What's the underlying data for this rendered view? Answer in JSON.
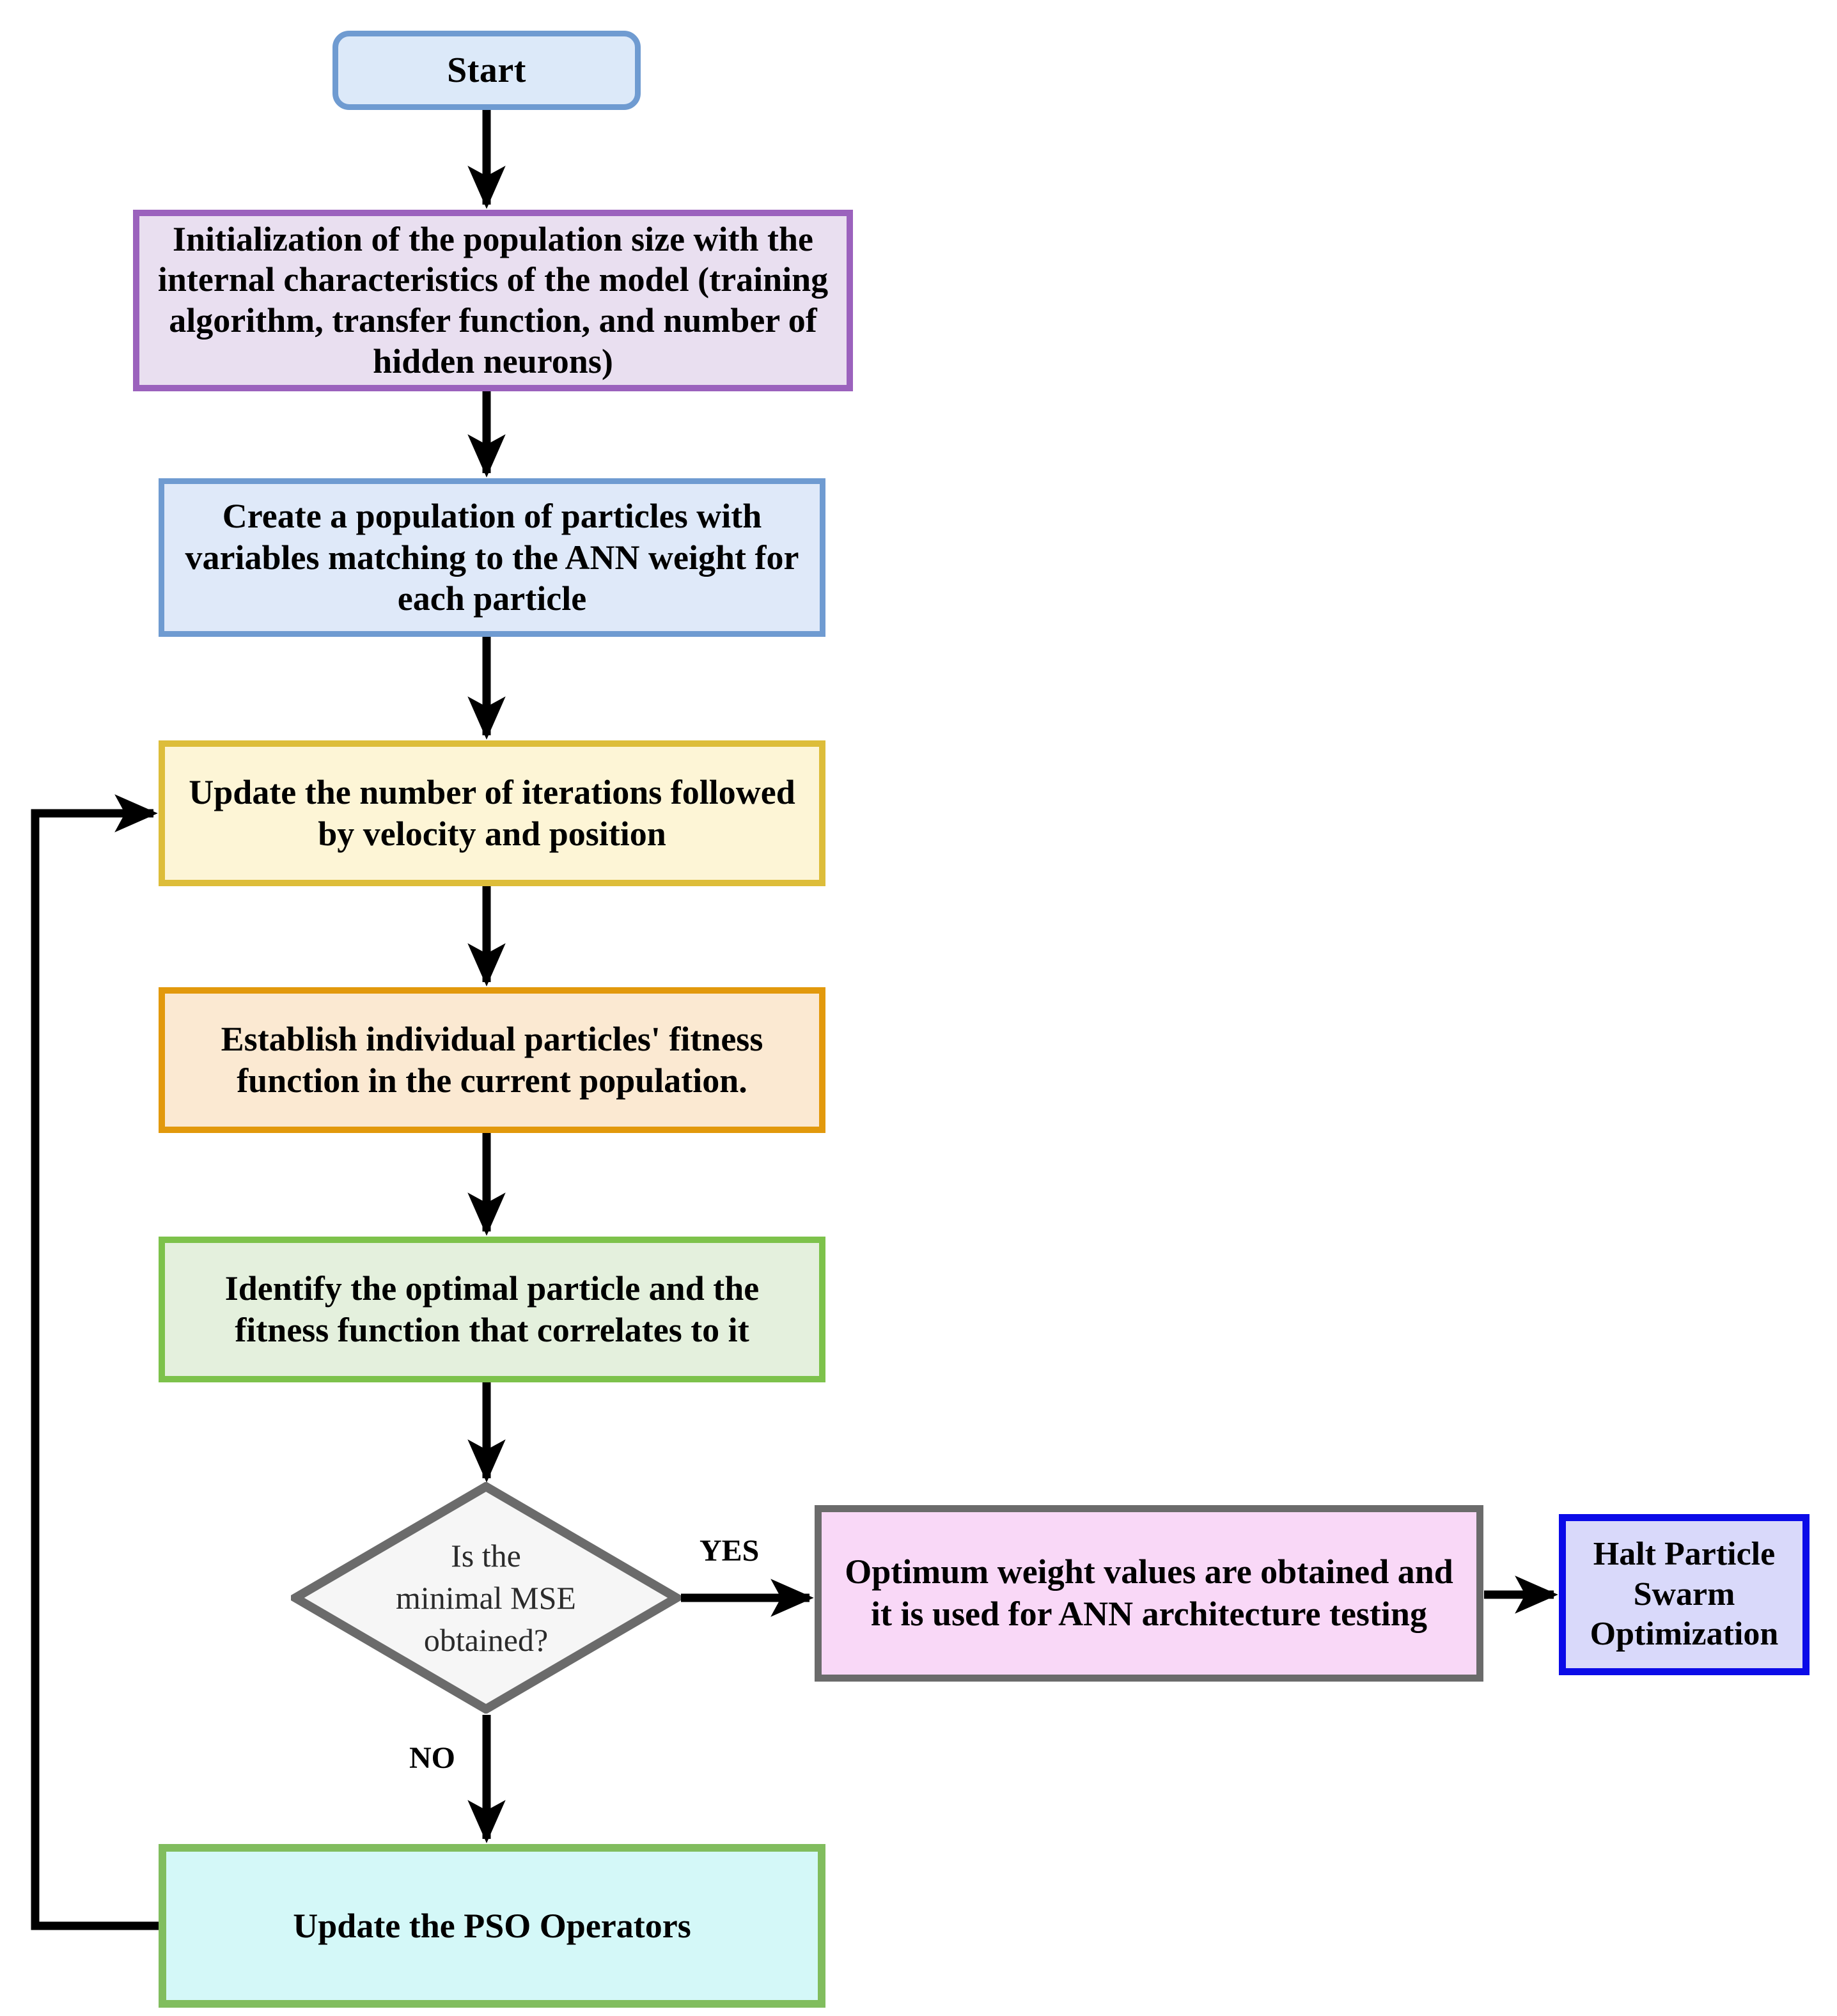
{
  "diagram": {
    "title": "Particle Swarm Optimization with ANN flowchart",
    "type": "flowchart",
    "background": "#ffffff"
  },
  "nodes": {
    "start": {
      "label": "Start",
      "shape": "rounded-rectangle",
      "fill": "#dce9f9",
      "stroke": "#6f9bd1"
    },
    "initialization": {
      "label": "Initialization of the population size with the internal characteristics of the model (training algorithm, transfer function, and number of hidden neurons)",
      "shape": "rectangle",
      "fill": "#e9dff0",
      "stroke": "#9b62bd"
    },
    "create_population": {
      "label": "Create a population of particles with variables matching to the ANN weight for each particle",
      "shape": "rectangle",
      "fill": "#dfe9f9",
      "stroke": "#6f9bd1"
    },
    "update_iterations": {
      "label": "Update the number of iterations followed by velocity and position",
      "shape": "rectangle",
      "fill": "#fdf5d6",
      "stroke": "#ddbd3a"
    },
    "establish_fitness": {
      "label": "Establish individual particles' fitness function in the current population.",
      "shape": "rectangle",
      "fill": "#fbe9d2",
      "stroke": "#e2990c"
    },
    "identify_optimal": {
      "label": "Identify the optimal particle and the fitness function that correlates to it",
      "shape": "rectangle",
      "fill": "#e4f0dd",
      "stroke": "#7dc24b"
    },
    "decision": {
      "label": "Is the\nminimal MSE\nobtained?",
      "shape": "diamond",
      "fill": "#f6f6f6",
      "stroke": "#6b6b6b"
    },
    "optimum_weight": {
      "label": "Optimum weight values are obtained and it is used for ANN architecture testing",
      "shape": "rectangle",
      "fill": "#f9d8f7",
      "stroke": "#6b6b6b"
    },
    "halt_pso": {
      "label": "Halt Particle Swarm Optimization",
      "shape": "rectangle",
      "fill": "#d9d9fa",
      "stroke": "#0b0be8"
    },
    "update_pso": {
      "label": "Update the PSO Operators",
      "shape": "rectangle",
      "fill": "#d4f8f8",
      "stroke": "#81bd5e"
    }
  },
  "edge_labels": {
    "yes": "YES",
    "no": "NO"
  },
  "edges": [
    {
      "from": "start",
      "to": "initialization",
      "label": ""
    },
    {
      "from": "initialization",
      "to": "create_population",
      "label": ""
    },
    {
      "from": "create_population",
      "to": "update_iterations",
      "label": ""
    },
    {
      "from": "update_iterations",
      "to": "establish_fitness",
      "label": ""
    },
    {
      "from": "establish_fitness",
      "to": "identify_optimal",
      "label": ""
    },
    {
      "from": "identify_optimal",
      "to": "decision",
      "label": ""
    },
    {
      "from": "decision",
      "to": "optimum_weight",
      "label": "YES"
    },
    {
      "from": "optimum_weight",
      "to": "halt_pso",
      "label": ""
    },
    {
      "from": "decision",
      "to": "update_pso",
      "label": "NO"
    },
    {
      "from": "update_pso",
      "to": "update_iterations",
      "label": ""
    }
  ]
}
